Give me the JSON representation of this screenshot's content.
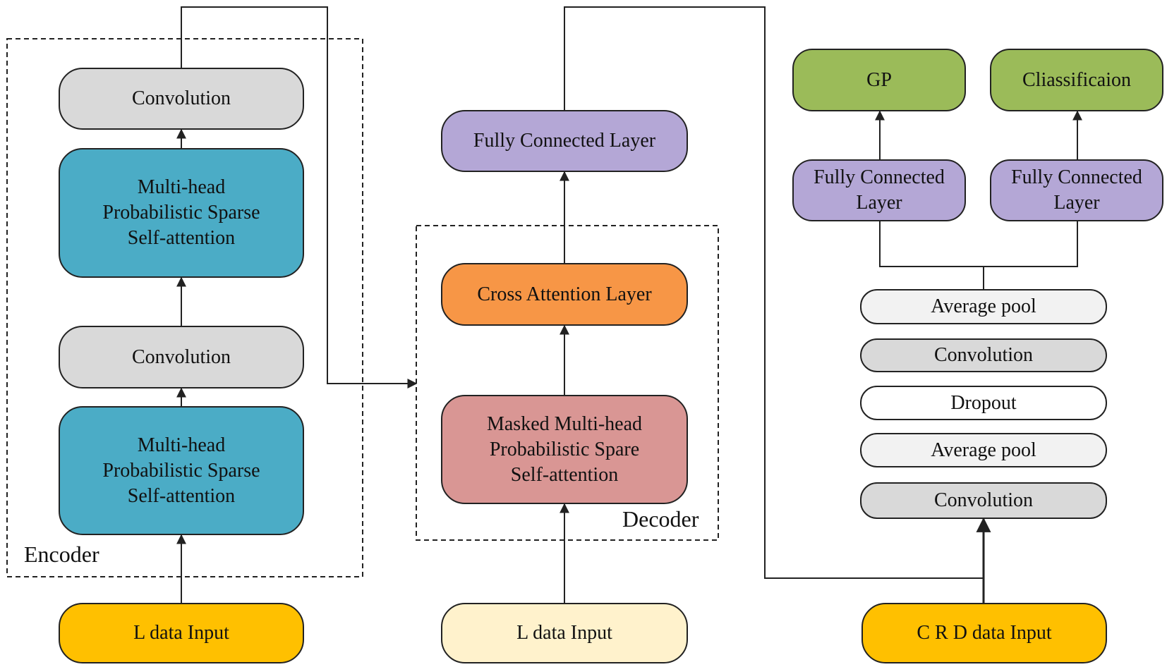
{
  "encoder": {
    "label": "Encoder",
    "convolution_top": "Convolution",
    "attention_top": "Multi-head\nProbabilistic Sparse\nSelf-attention",
    "convolution_bottom": "Convolution",
    "attention_bottom": "Multi-head\nProbabilistic Sparse\nSelf-attention",
    "input": "L data Input"
  },
  "decoder": {
    "label": "Decoder",
    "fully_connected": "Fully Connected Layer",
    "cross_attention": "Cross Attention Layer",
    "masked_attention": "Masked Multi-head\nProbabilistic Spare\nSelf-attention",
    "input": "L data Input"
  },
  "crd_branch": {
    "gp": "GP",
    "classification": "Cliassificaion",
    "fc_left": "Fully Connected\nLayer",
    "fc_right": "Fully Connected\nLayer",
    "average_pool_top": "Average pool",
    "convolution_top": "Convolution",
    "dropout": "Dropout",
    "average_pool_bottom": "Average pool",
    "convolution_bottom": "Convolution",
    "input": "C R D data Input"
  },
  "colors": {
    "attention_blue": "#4bacc6",
    "convolution_gray": "#d9d9d9",
    "input_orange": "#ffc000",
    "input_cream": "#fff2cc",
    "fully_connected_purple": "#b4a7d6",
    "cross_attention_orange": "#f79646",
    "masked_attention_red": "#d99694",
    "output_green": "#9bbb59",
    "pool_light": "#f2f2f2",
    "dropout_white": "#ffffff"
  }
}
